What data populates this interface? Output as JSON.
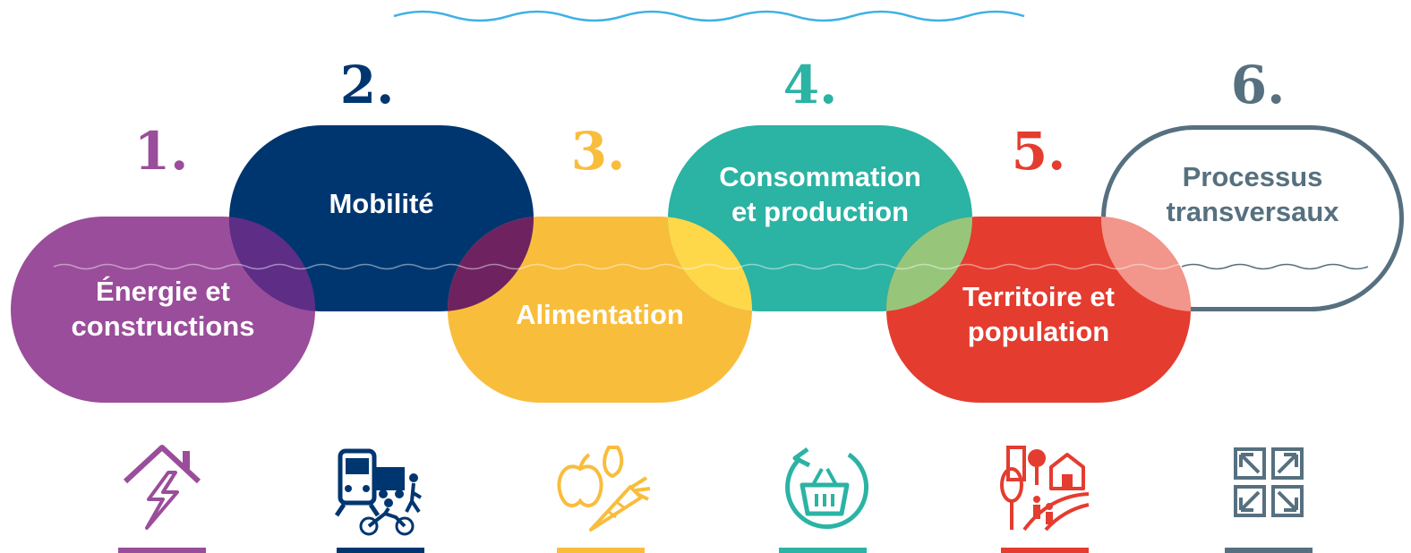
{
  "steps": [
    {
      "number": "1.",
      "label": "Énergie et\nconstructions",
      "icon": "house-lightning-icon",
      "color": "#9a4d9a"
    },
    {
      "number": "2.",
      "label": "Mobilité",
      "icon": "transport-icon",
      "color": "#003670"
    },
    {
      "number": "3.",
      "label": "Alimentation",
      "icon": "food-icon",
      "color": "#f9bd3c"
    },
    {
      "number": "4.",
      "label": "Consommation\net production",
      "icon": "recycle-basket-icon",
      "color": "#2bb3a4"
    },
    {
      "number": "5.",
      "label": "Territoire et\npopulation",
      "icon": "territory-icon",
      "color": "#e43c2f"
    },
    {
      "number": "6.",
      "label": "Processus\ntransversaux",
      "icon": "expand-arrows-icon",
      "color": "#56707f"
    }
  ],
  "colors": {
    "wave": "#3eb1e5",
    "overlap_1_2": "#5e2d86",
    "overlap_2_3": "#6e2360",
    "overlap_3_4": "#ffd84a",
    "overlap_4_5": "#97c67a",
    "overlap_5_6": "#f2958a"
  }
}
